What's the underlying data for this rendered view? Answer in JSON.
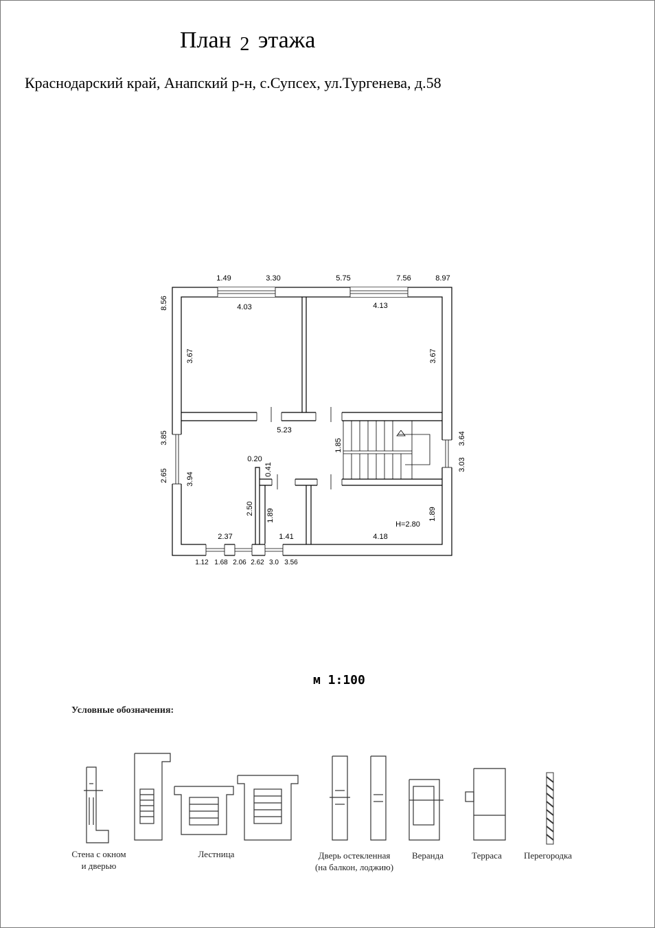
{
  "title": {
    "prefix": "План",
    "floor": "2",
    "suffix": "этажа"
  },
  "address": "Краснодарский край, Анапский р-н, с.Супсех, ул.Тургенева, д.58",
  "scale": "м 1:100",
  "legend": {
    "title": "Условные обозначения:",
    "items": [
      {
        "label": "Стена с окном и дверью"
      },
      {
        "label": "Лестница"
      },
      {
        "label": "Дверь остекленная (на балкон, лоджию)"
      },
      {
        "label": "Веранда"
      },
      {
        "label": "Терраса"
      },
      {
        "label": "Перегородка"
      }
    ]
  },
  "plan": {
    "top_dims": [
      "1.49",
      "3.30",
      "5.75",
      "7.56",
      "8.97"
    ],
    "left_total": "8.56",
    "room_nw": {
      "width": "4.03",
      "height": "3.67"
    },
    "room_ne": {
      "width": "4.13",
      "height": "3.67"
    },
    "hall": {
      "width": "5.23",
      "height": "3.94",
      "partition": "0.20",
      "offset": "0.41",
      "lower": "2.50",
      "bottom": "2.37"
    },
    "stair": {
      "height": "1.85"
    },
    "left_window": {
      "upper": "3.85",
      "lower": "2.65"
    },
    "right_window": {
      "upper": "3.64",
      "lower": "3.03"
    },
    "room_small": {
      "width": "1.41",
      "height": "1.89"
    },
    "room_se": {
      "width": "4.18",
      "height": "1.89",
      "ceiling": "H=2.80"
    },
    "bottom_dims": [
      "1.12",
      "1.68",
      "2.06",
      "2.62",
      "3.0",
      "3.56"
    ]
  }
}
